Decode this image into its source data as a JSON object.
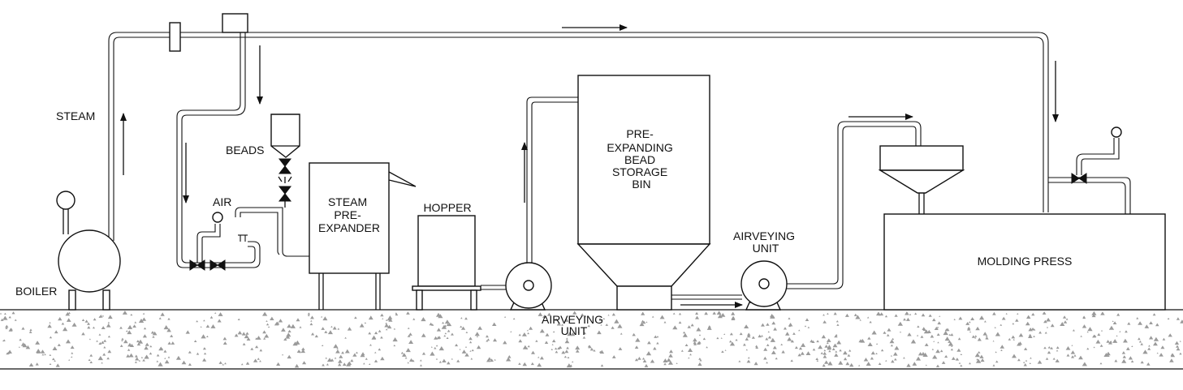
{
  "labels": {
    "steam": "STEAM",
    "beads": "BEADS",
    "air": "AIR",
    "boiler": "BOILER",
    "steam_pre_expander": [
      "STEAM",
      "PRE-",
      "EXPANDER"
    ],
    "hopper": "HOPPER",
    "pre_expanding_bin": [
      "PRE-",
      "EXPANDING",
      "BEAD",
      "STORAGE",
      "BIN"
    ],
    "airveying_unit_1": [
      "AIRVEYING",
      "UNIT"
    ],
    "airveying_unit_2": [
      "AIRVEYING",
      "UNIT"
    ],
    "molding_press": "MOLDING PRESS"
  },
  "colors": {
    "line": "#111111",
    "ground_speckle": "#9a9a9a",
    "background": "#ffffff"
  }
}
